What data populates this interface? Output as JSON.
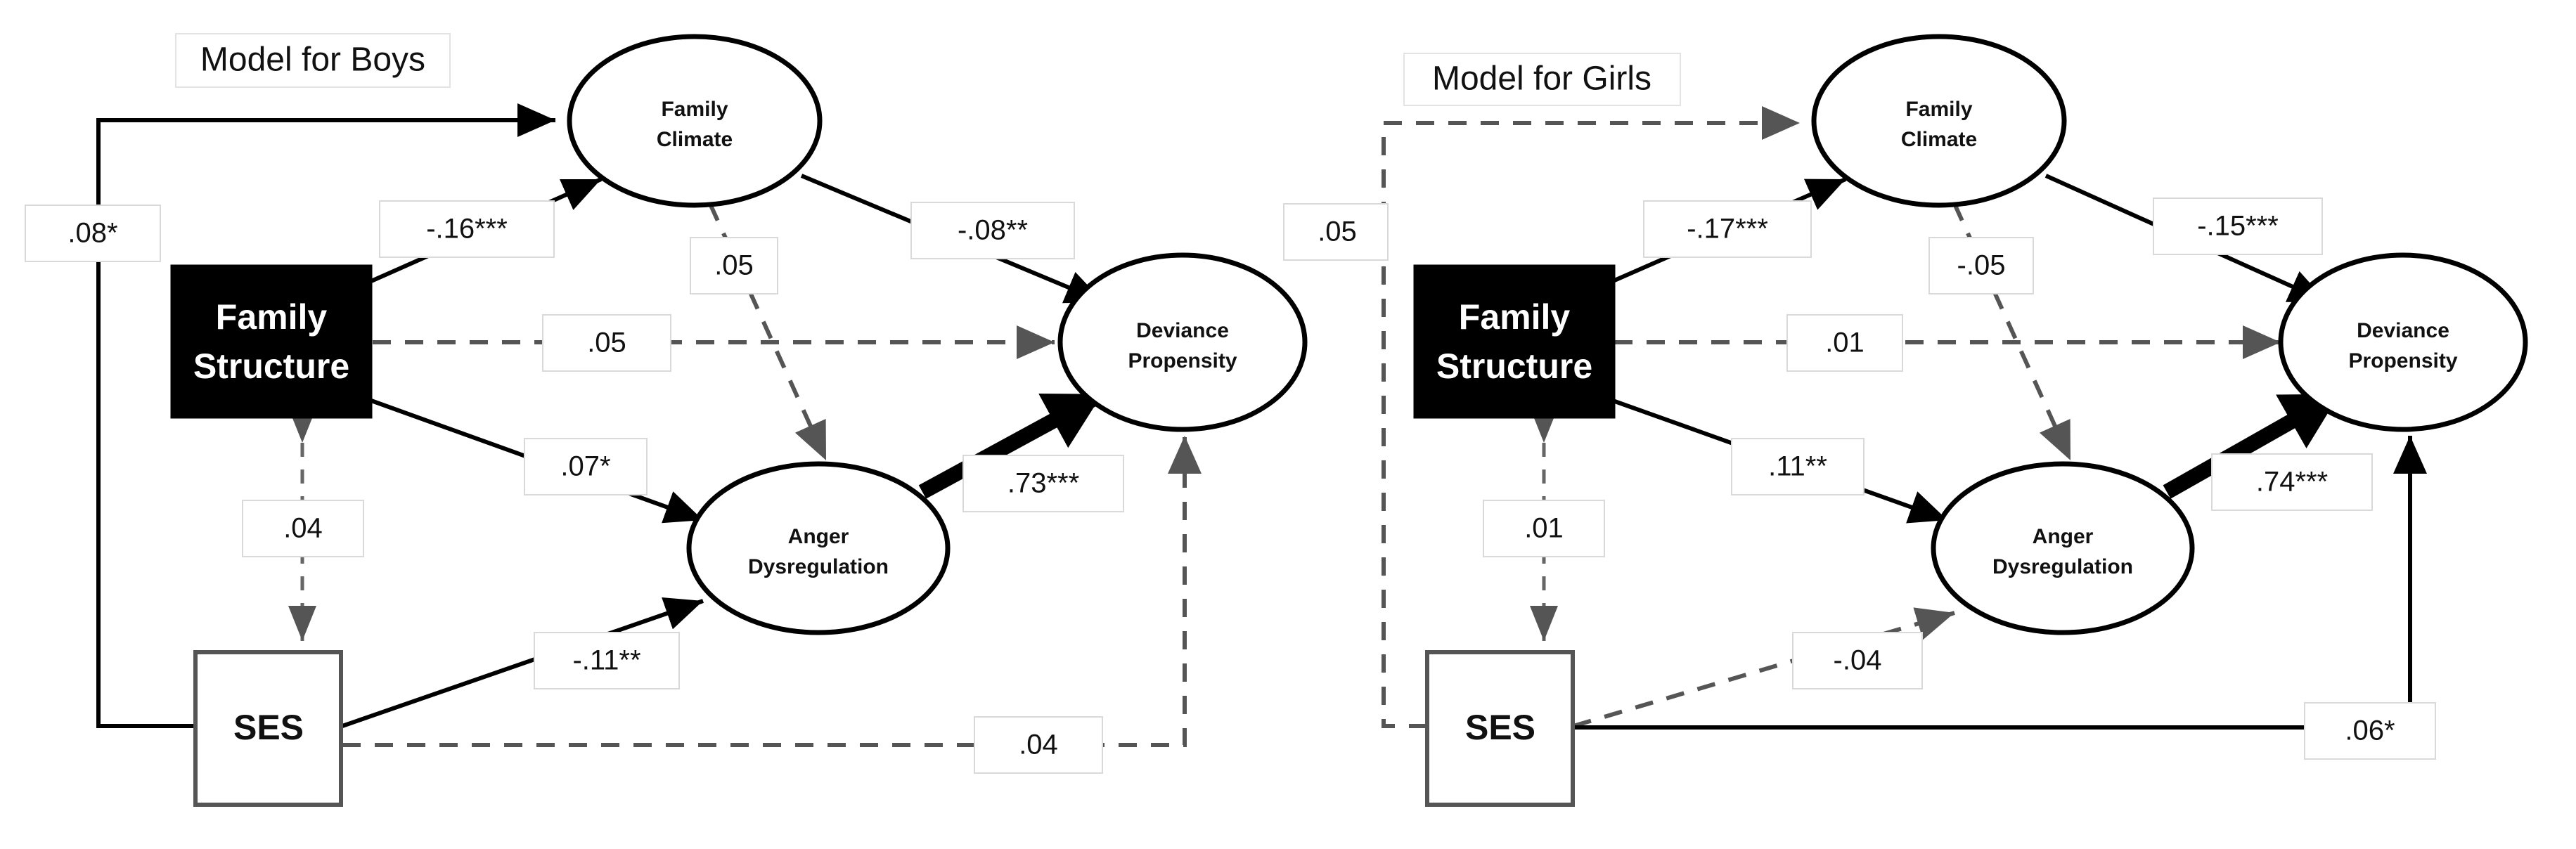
{
  "figure": {
    "type": "path-diagram",
    "panels": [
      {
        "id": "boys",
        "title": "Model for Boys",
        "nodes": {
          "family_structure": "Family Structure",
          "family_structure_line1": "Family",
          "family_structure_line2": "Structure",
          "ses": "SES",
          "family_climate_line1": "Family",
          "family_climate_line2": "Climate",
          "anger_line1": "Anger",
          "anger_line2": "Dysregulation",
          "deviance_line1": "Deviance",
          "deviance_line2": "Propensity"
        },
        "paths": [
          {
            "id": "ses-to-family-climate",
            "from": "SES",
            "to": "Family Climate",
            "label": ".08*",
            "style": "solid"
          },
          {
            "id": "fstruct-to-family-climate",
            "from": "Family Structure",
            "to": "Family Climate",
            "label": "-.16***",
            "style": "solid"
          },
          {
            "id": "family-climate-to-deviance",
            "from": "Family Climate",
            "to": "Deviance Propensity",
            "label": "-.08**",
            "style": "solid"
          },
          {
            "id": "family-climate-to-anger",
            "from": "Family Climate",
            "to": "Anger Dysregulation",
            "label": ".05",
            "style": "dashed"
          },
          {
            "id": "fstruct-to-deviance",
            "from": "Family Structure",
            "to": "Deviance Propensity",
            "label": ".05",
            "style": "dashed"
          },
          {
            "id": "fstruct-to-anger",
            "from": "Family Structure",
            "to": "Anger Dysregulation",
            "label": ".07*",
            "style": "solid"
          },
          {
            "id": "anger-to-deviance",
            "from": "Anger Dysregulation",
            "to": "Deviance Propensity",
            "label": ".73***",
            "style": "solid-thick"
          },
          {
            "id": "ses-to-anger",
            "from": "SES",
            "to": "Anger Dysregulation",
            "label": "-.11**",
            "style": "solid"
          },
          {
            "id": "ses-to-deviance",
            "from": "SES",
            "to": "Deviance Propensity",
            "label": ".04",
            "style": "dashed"
          },
          {
            "id": "fstruct-ses-covariance",
            "from": "Family Structure",
            "to": "SES",
            "label": ".04",
            "style": "dashed-double"
          }
        ]
      },
      {
        "id": "girls",
        "title": "Model for Girls",
        "nodes": {
          "family_structure": "Family Structure",
          "family_structure_line1": "Family",
          "family_structure_line2": "Structure",
          "ses": "SES",
          "family_climate_line1": "Family",
          "family_climate_line2": "Climate",
          "anger_line1": "Anger",
          "anger_line2": "Dysregulation",
          "deviance_line1": "Deviance",
          "deviance_line2": "Propensity"
        },
        "paths": [
          {
            "id": "ses-to-family-climate",
            "from": "SES",
            "to": "Family Climate",
            "label": ".05",
            "style": "dashed"
          },
          {
            "id": "fstruct-to-family-climate",
            "from": "Family Structure",
            "to": "Family Climate",
            "label": "-.17***",
            "style": "solid"
          },
          {
            "id": "family-climate-to-deviance",
            "from": "Family Climate",
            "to": "Deviance Propensity",
            "label": "-.15***",
            "style": "solid"
          },
          {
            "id": "family-climate-to-anger",
            "from": "Family Climate",
            "to": "Anger Dysregulation",
            "label": "-.05",
            "style": "dashed"
          },
          {
            "id": "fstruct-to-deviance",
            "from": "Family Structure",
            "to": "Deviance Propensity",
            "label": ".01",
            "style": "dashed"
          },
          {
            "id": "fstruct-to-anger",
            "from": "Family Structure",
            "to": "Anger Dysregulation",
            "label": ".11**",
            "style": "solid"
          },
          {
            "id": "anger-to-deviance",
            "from": "Anger Dysregulation",
            "to": "Deviance Propensity",
            "label": ".74***",
            "style": "solid-thick"
          },
          {
            "id": "ses-to-anger",
            "from": "SES",
            "to": "Anger Dysregulation",
            "label": "-.04",
            "style": "dashed"
          },
          {
            "id": "ses-to-deviance",
            "from": "SES",
            "to": "Deviance Propensity",
            "label": ".06*",
            "style": "solid"
          },
          {
            "id": "fstruct-ses-covariance",
            "from": "Family Structure",
            "to": "SES",
            "label": ".01",
            "style": "dashed-double"
          }
        ]
      }
    ],
    "colors": {
      "background": "#ffffff",
      "stroke": "#000000",
      "dashed_stroke": "#555555",
      "exogenous_fill": "#000000",
      "exogenous_text": "#ffffff",
      "label_box_fill": "#ffffff",
      "label_box_border": "#d9d9d9"
    }
  }
}
